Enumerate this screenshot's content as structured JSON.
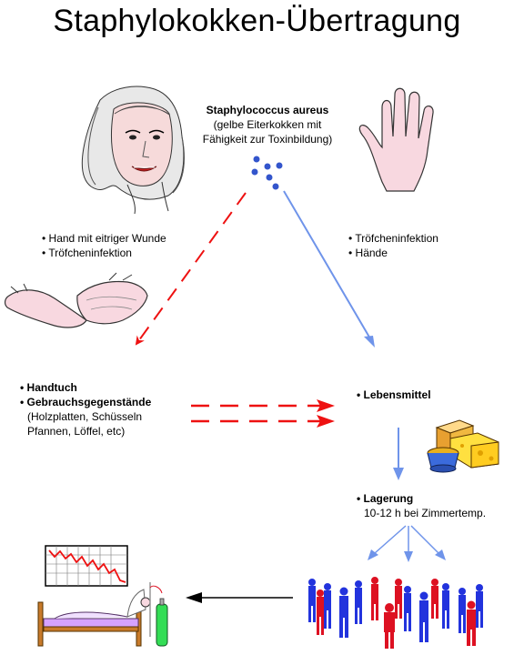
{
  "title": "Staphylokokken-Übertragung",
  "pathogen": {
    "name": "Staphylococcus aureus",
    "desc1": "(gelbe Eiterkokken mit",
    "desc2": "Fähigkeit zur Toxinbildung)"
  },
  "left_routes": [
    "• Hand mit eitriger Wunde",
    "• Tröfcheninfektion"
  ],
  "right_routes": [
    "• Tröfcheninfektion",
    "• Hände"
  ],
  "objects": {
    "item1": "• Handtuch",
    "item2": "• Gebrauchsgegenstände",
    "detail1": "(Holzplatten, Schüsseln",
    "detail2": "Pfannen, Löffel, etc)"
  },
  "food": "• Lebensmittel",
  "storage": {
    "label": "• Lagerung",
    "detail": "10-12 h bei Zimmertemp."
  },
  "colors": {
    "red_arrow": "#ee1111",
    "blue_arrow": "#6f94ea",
    "black_arrow": "#000000",
    "coccus": "#3355cc"
  }
}
